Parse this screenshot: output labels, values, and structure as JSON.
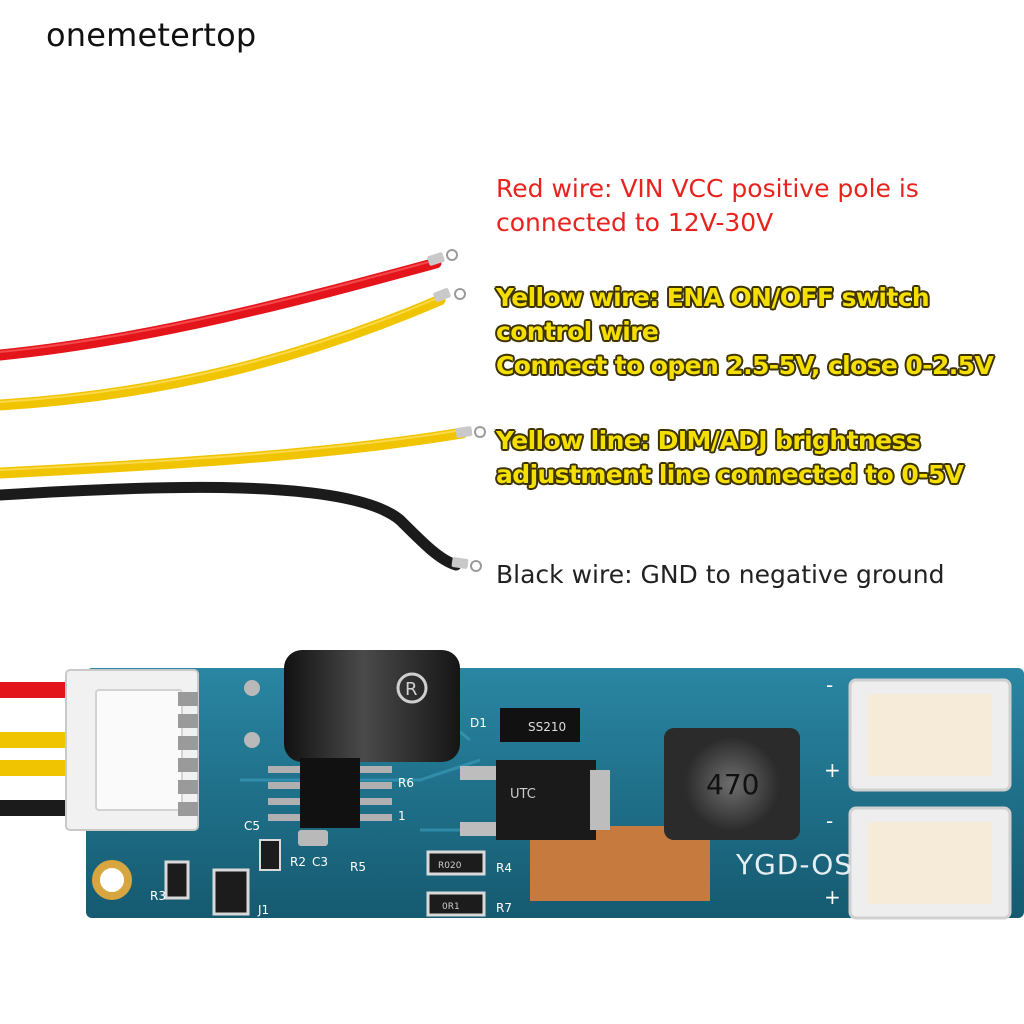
{
  "brand": {
    "name": "onemetertop"
  },
  "captions": {
    "red": "Red wire: VIN VCC positive pole is\nconnected to 12V-30V",
    "yellow_ena": "Yellow wire: ENA ON/OFF switch\ncontrol wire\nConnect to open 2.5-5V, close 0-2.5V",
    "yellow_dim": "Yellow line: DIM/ADJ brightness\nadjustment line connected to 0-5V",
    "black": "Black wire: GND to negative ground"
  },
  "pcb": {
    "board_label": "YGD-OS",
    "capacitor_mark": "R",
    "inductor_value": "470",
    "diode_mark": "SS210",
    "regulator_mark": "UTC",
    "silkscreen": [
      "D1",
      "R6",
      "C5",
      "R2",
      "C3",
      "R5",
      "R4",
      "R7",
      "R3",
      "J1",
      "1"
    ],
    "polarity": [
      "+",
      "-",
      "-",
      "+"
    ],
    "resistor_codes": [
      "R020",
      "0R1"
    ]
  },
  "colors": {
    "red_wire": "#e4141b",
    "yellow_wire": "#f1c400",
    "black_wire": "#1b1b1b",
    "pcb": "#1c6f8a",
    "caption_red": "#e8231e",
    "caption_yellow": "#f5df00"
  }
}
